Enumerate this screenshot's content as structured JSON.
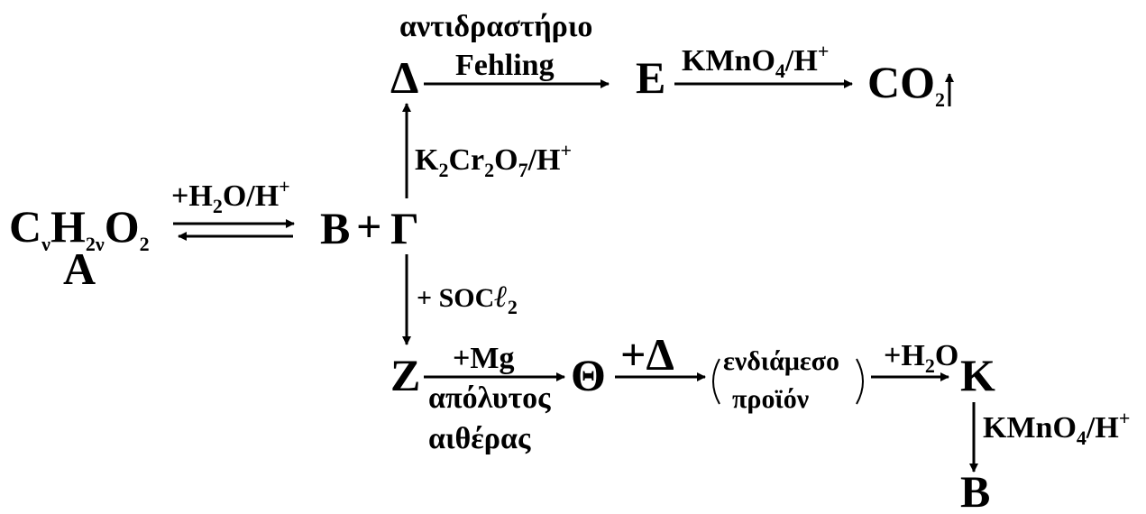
{
  "species": {
    "A_formula": {
      "main1": "C",
      "sub1": "ν",
      "main2": "H",
      "sub2": "2ν",
      "main3": "O",
      "sub3": "2"
    },
    "A_label": "A",
    "B": "B",
    "plus": "+",
    "Gamma": "Γ",
    "Delta": "Δ",
    "E": "E",
    "CO2": {
      "main": "CO",
      "sub": "2"
    },
    "Z": "Z",
    "Theta": "Θ",
    "K": "K",
    "B_final": "B"
  },
  "reagents": {
    "hydrolysis": {
      "text": "+H",
      "sub": "2",
      "rest": "O/H",
      "sup": "+"
    },
    "fehling_top": "αντιδραστήριο",
    "fehling_bottom": "Fehling",
    "kmno4_top": {
      "a": "KMnO",
      "sub": "4",
      "b": "/H",
      "sup": "+"
    },
    "dichromate": {
      "a": "K",
      "s1": "2",
      "b": "Cr",
      "s2": "2",
      "c": "O",
      "s3": "7",
      "d": "/H",
      "sup": "+"
    },
    "socl2": {
      "a": "+ SOC",
      "ell": "ℓ",
      "sub": "2"
    },
    "mg": "+Mg",
    "ether_1": "απόλυτος",
    "ether_2": "αιθέρας",
    "plus_delta": "+Δ",
    "intermediate_1": "ενδιάμεσο",
    "intermediate_2": "προϊόν",
    "water": {
      "a": "+H",
      "sub": "2",
      "b": "O"
    },
    "kmno4_bottom": {
      "a": "KMnO",
      "sub": "4",
      "b": "/H",
      "sup": "+"
    }
  }
}
